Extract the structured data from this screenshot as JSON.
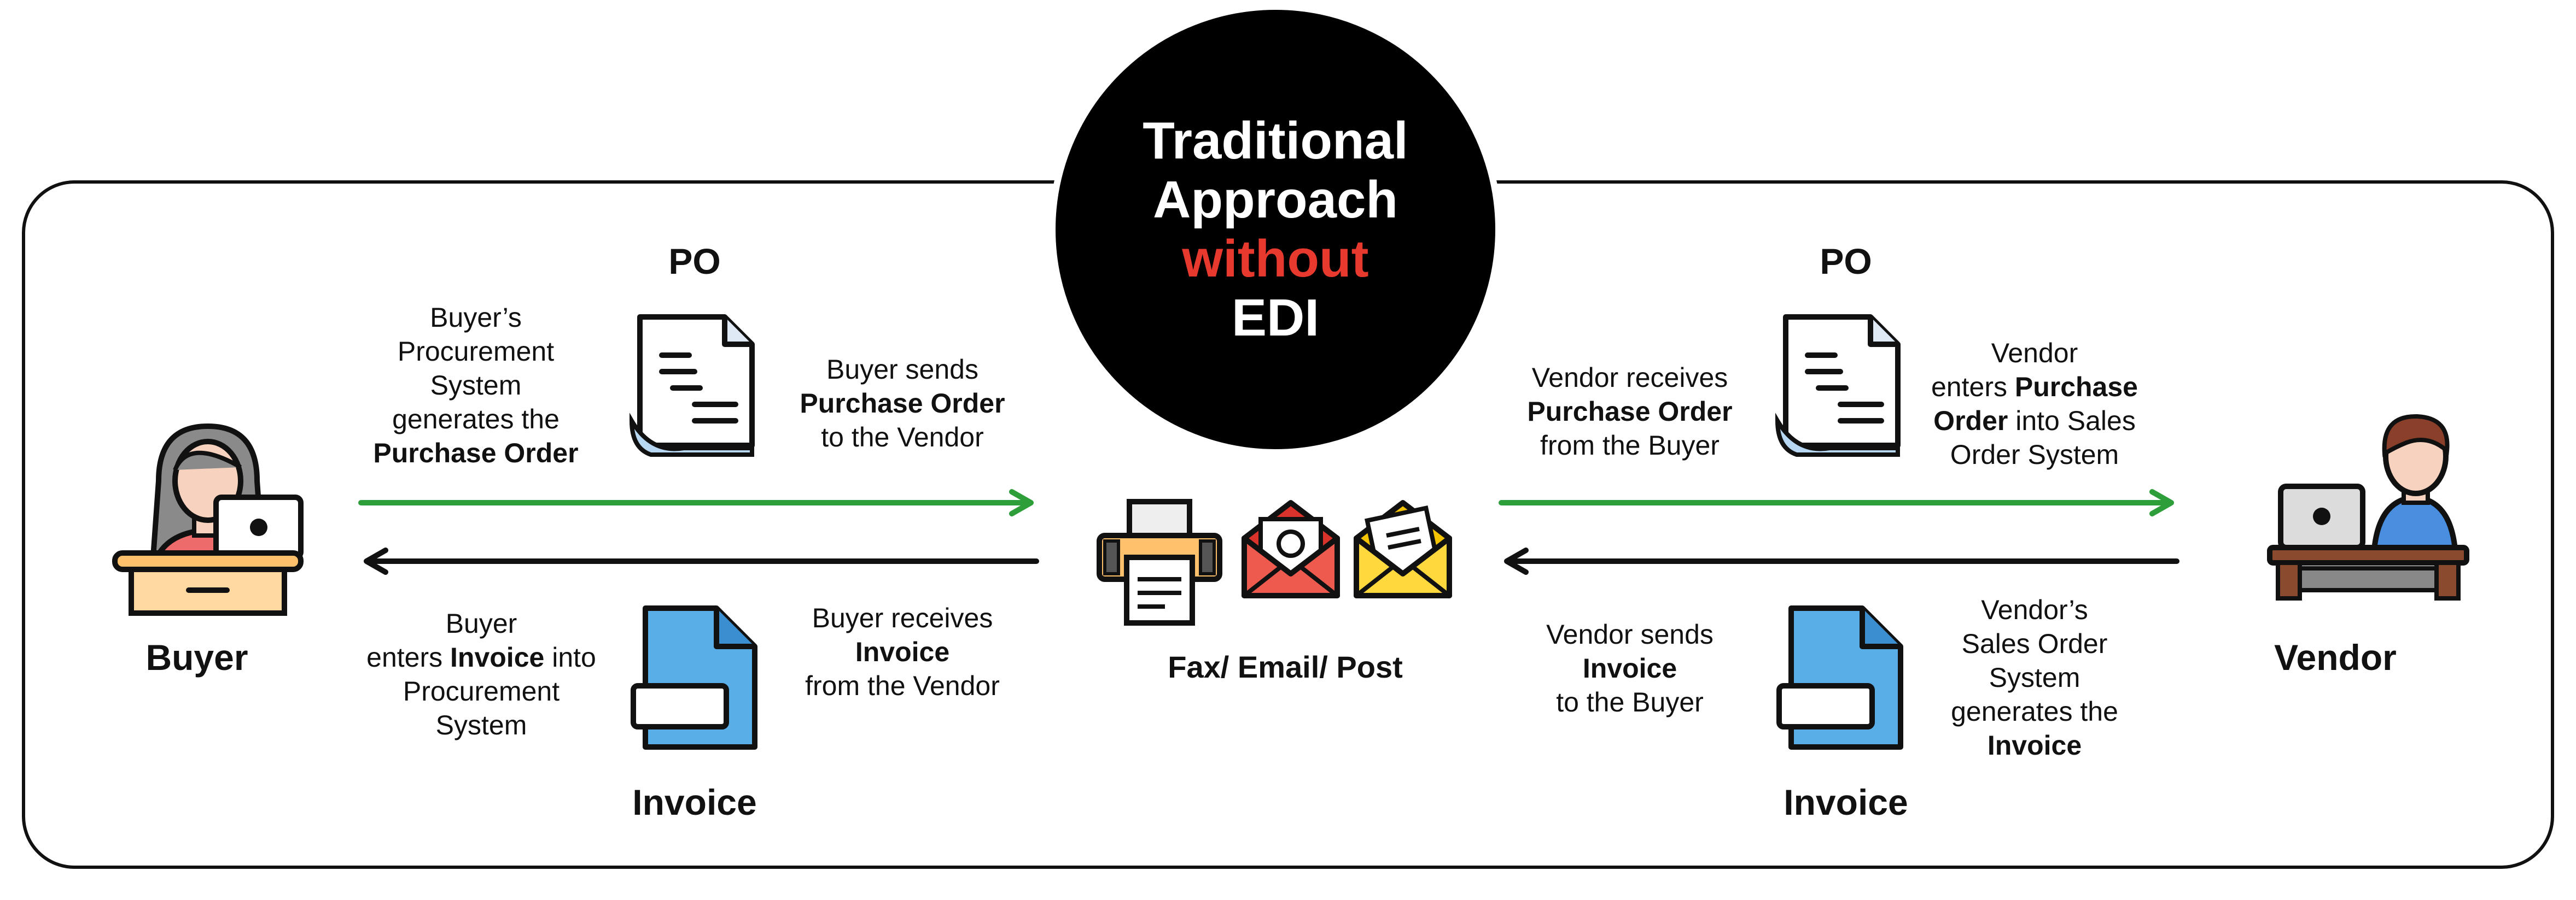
{
  "title": {
    "line1": "Traditional",
    "line2": "Approach",
    "line3": "without",
    "line4": "EDI"
  },
  "left": {
    "actor": "Buyer",
    "po_label": "PO",
    "invoice_label": "Invoice",
    "procurement_generates": [
      "Buyer’s",
      "Procurement",
      "System",
      "generates the",
      "Purchase Order"
    ],
    "buyer_sends": [
      "Buyer sends",
      "Purchase Order",
      "to the Vendor"
    ],
    "buyer_enters": [
      "Buyer",
      "enters ",
      "Invoice",
      " into",
      "Procurement",
      "System"
    ],
    "buyer_receives": [
      "Buyer receives",
      "Invoice",
      "from the Vendor"
    ]
  },
  "center": {
    "channel_label": "Fax/ Email/ Post"
  },
  "right": {
    "actor": "Vendor",
    "po_label": "PO",
    "invoice_label": "Invoice",
    "vendor_receives": [
      "Vendor receives",
      "Purchase Order",
      "from the Buyer"
    ],
    "vendor_enters": [
      "Vendor",
      "enters ",
      "Purchase",
      "Order",
      " into Sales",
      "Order System"
    ],
    "vendor_sends": [
      "Vendor sends",
      "Invoice",
      "to the Buyer"
    ],
    "sales_generates": [
      "Vendor’s",
      "Sales Order",
      "System",
      "generates the",
      "Invoice"
    ]
  },
  "colors": {
    "green_arrow": "#2e9e3a",
    "black_arrow": "#111111",
    "accent_red": "#e8392f",
    "doc_blue": "#5aaee8"
  }
}
